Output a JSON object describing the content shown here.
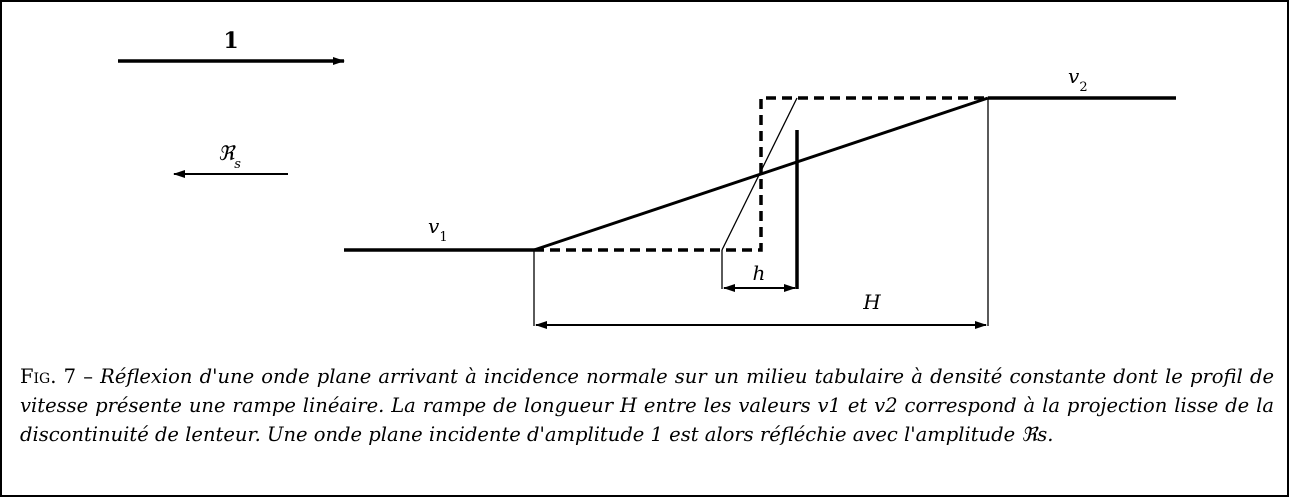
{
  "labels": {
    "incident_amplitude": "1",
    "reflected": "ℜs",
    "v1": "v1",
    "v2": "v2",
    "h": "h",
    "H": "H"
  },
  "caption": {
    "fig_label": "Fig. 7 – ",
    "text": "Réflexion d'une onde plane arrivant à incidence normale sur un milieu tabulaire à densité constante dont le profil de vitesse présente une rampe linéaire. La rampe de longueur H entre les valeurs v1 et v2 correspond à la projection lisse de la discontinuité de lenteur. Une onde plane incidente d'amplitude 1 est alors réfléchie avec l'amplitude ℜs."
  },
  "colors": {
    "ink": "#000000",
    "background": "#ffffff"
  }
}
